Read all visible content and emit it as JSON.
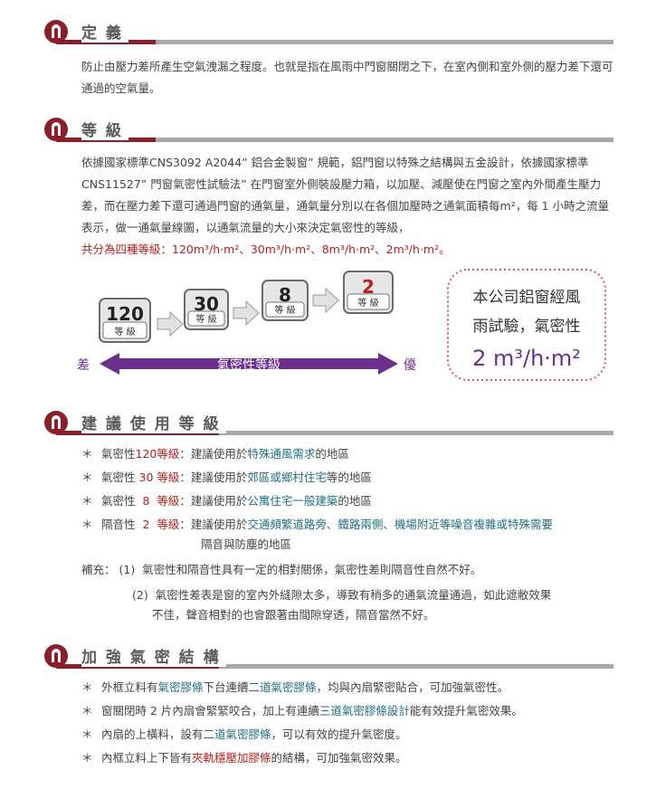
{
  "colors": {
    "accent": "#8c1d2a",
    "grade_red": "#b8201e",
    "link_blue": "#2d5d8e",
    "arrow_purple": "#6b2f8e",
    "gray_line": "#a8a8a8"
  },
  "definition": {
    "title": "定 義",
    "text": "防止由壓力差所產生空氣洩漏之程度。也就是指在風雨中門窗關閉之下，在室內側和室外側的壓力差下還可通過的空氣量。"
  },
  "grade": {
    "title": "等 級",
    "text": "依據國家標準CNS3092 A2044” 鋁合金製窗” 規範，鋁門窗以特殊之結構與五金設計，依據國家標準CNS11527” 門窗氣密性試驗法” 在門窗室外側裝設壓力箱，以加壓、減壓使在門窗之室內外間產生壓力差，而在壓力差下還可通過門窗的通氣量，通氣量分別以在各個加壓時之通氣面積每m²，每 1 小時之流量表示，做一通氣量線圖，以通氣流量的大小來決定氣密性的等級，",
    "summary": "共分為四種等級：120m³/h·m²、30m³/h·m²、8m³/h·m²、2m³/h·m²。",
    "levels": [
      {
        "value": "120",
        "label": "等 級"
      },
      {
        "value": "30",
        "label": "等 級"
      },
      {
        "value": "8",
        "label": "等 級"
      },
      {
        "value": "2",
        "label": "等 級"
      }
    ],
    "axis": {
      "left": "差",
      "center": "氣密性等級",
      "right": "優"
    },
    "badge": {
      "line1": "本公司鋁窗經風",
      "line2": "雨試驗，氣密性",
      "value": "2 m³/h·m²"
    }
  },
  "usage": {
    "title": "建 議 使 用 等 級",
    "items": [
      {
        "star": "＊",
        "prefix": "氣密性",
        "grade": "120等級",
        "sep": "：建議使用於",
        "highlight": "特殊通風需求",
        "suffix": "的地區"
      },
      {
        "star": "＊",
        "prefix": "氣密性",
        "grade": " 30 等級",
        "sep": "：建議使用於",
        "highlight": "郊區或鄉村住宅",
        "suffix": "等的地區"
      },
      {
        "star": "＊",
        "prefix": "氣密性",
        "grade": "  8  等級",
        "sep": "：建議使用於",
        "highlight": "公寓住宅一般建築",
        "suffix": "的地區"
      },
      {
        "star": "＊",
        "prefix": "隔音性",
        "grade": "  2  等級",
        "sep": "：建議使用於",
        "highlight": "交通頻繁道路旁、鐵路兩側、機場附近等噪音複雜或特殊需要",
        "suffix": ""
      }
    ],
    "item4_line2": "隔音與防塵的地區",
    "note_label": "補充：",
    "notes": [
      {
        "num": "(1)",
        "text": "氣密性和隔音性具有一定的相對關係，氣密性差則隔音性自然不好。"
      },
      {
        "num": "(2)",
        "text": "氣密性差表是窗的室內外縫隙太多，導致有稍多的通氣流量通過，如此遮敝效果",
        "text2": "不佳，聲音相對的也會跟著由間隙穿透，隔音當然不好。"
      }
    ]
  },
  "reinforce": {
    "title": "加 強 氣 密 結 構",
    "items": [
      {
        "star": "＊",
        "a": "外框立料有",
        "b": "氣密膠條",
        "c": "下台連續",
        "d": "二道氣密膠條",
        "e": "，均與內扇緊密貼合，可加強氣密性。"
      },
      {
        "star": "＊",
        "a": "窗關閉時 2 片內扇會緊緊咬合，加上有連續",
        "b": "三道氣密膠條設計",
        "c": "能有效提升氣密效果。",
        "d": "",
        "e": ""
      },
      {
        "star": "＊",
        "a": "內扇的上橫料，設有",
        "b": "二道氣密膠條",
        "c": "，可以有效的提升氣密度。",
        "d": "",
        "e": ""
      },
      {
        "star": "＊",
        "a": "內框立料上下皆有",
        "b": "夾軌穩壓加膠條",
        "c": "的結構，可加強氣密效果。",
        "d": "",
        "e": ""
      }
    ]
  }
}
